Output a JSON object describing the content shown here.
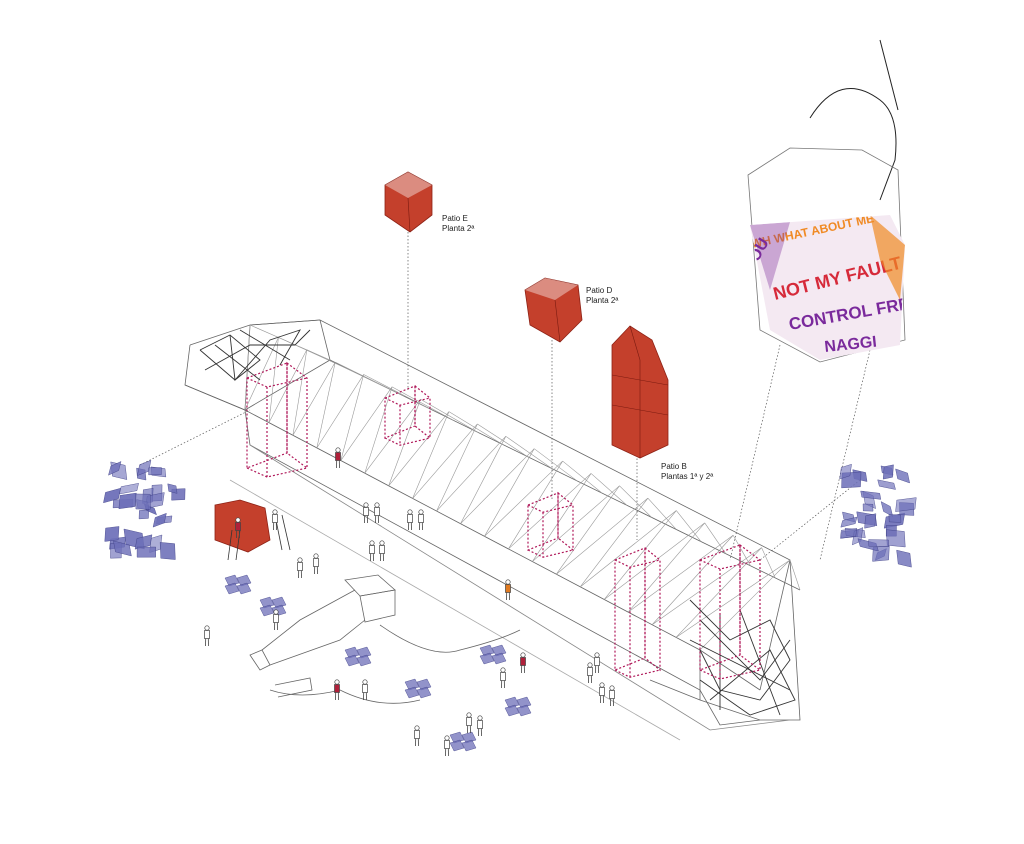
{
  "labels": {
    "patio_e": {
      "line1": "Patio E",
      "line2": "Planta 2ª"
    },
    "patio_d": {
      "line1": "Patio D",
      "line2": "Planta 2ª"
    },
    "patio_b": {
      "line1": "Patio B",
      "line2": "Plantas 1ª y 2ª"
    }
  },
  "banner": {
    "phrases": [
      "NOT MY FAULT",
      "CONTROL FREAK",
      "NAGGI",
      "WHAT ABOUT ME",
      "WH",
      "YOU"
    ]
  },
  "colors": {
    "volume_red": "#c4402c",
    "volume_dark": "#8e2216",
    "frame_magenta": "#b0195a",
    "panel_blue": "#6d6fb8",
    "structure_line": "#555555",
    "banner_purple": "#7a2a9c",
    "banner_red": "#d62a3a",
    "banner_orange": "#f08a24"
  }
}
